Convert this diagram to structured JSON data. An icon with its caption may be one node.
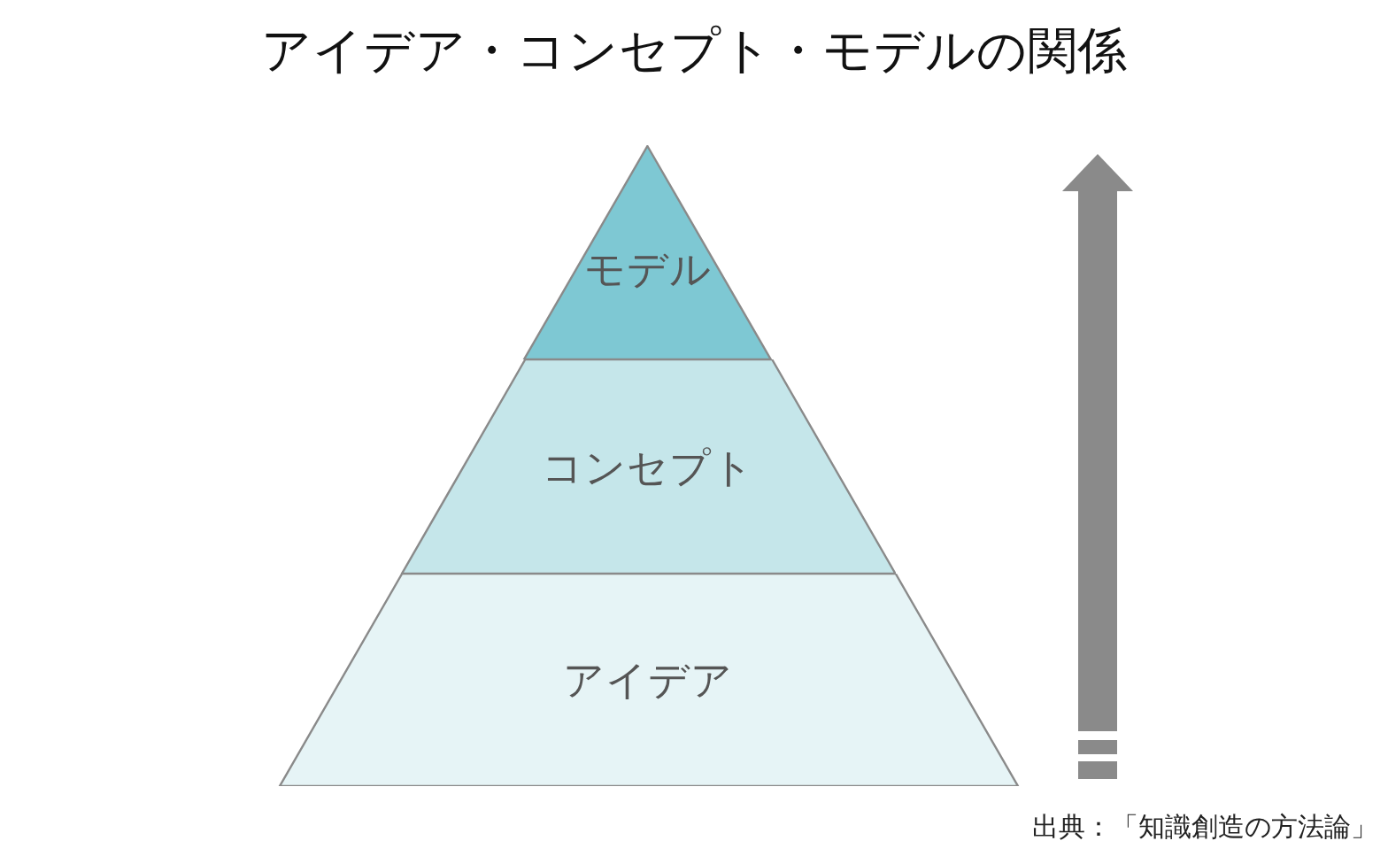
{
  "diagram": {
    "title": "アイデア・コンセプト・モデルの関係",
    "nodes": [
      {
        "text": [
          "モデル"
        ]
      },
      {
        "text": [
          "コンセプト"
        ]
      },
      {
        "text": [
          "アイデア"
        ]
      }
    ],
    "caption": "出典：「知識創造の方法論」"
  }
}
